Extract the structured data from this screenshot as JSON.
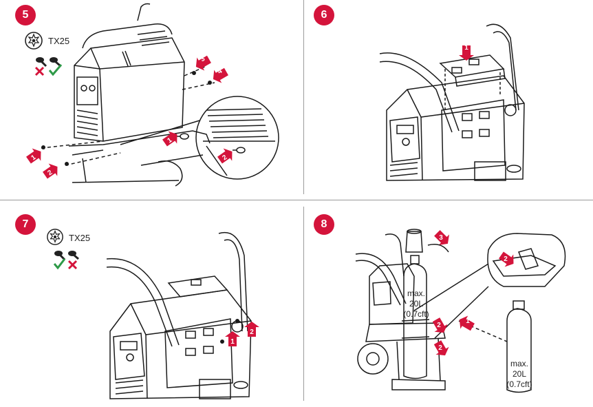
{
  "steps": [
    {
      "number": "5",
      "tool_label": "TX25"
    },
    {
      "number": "6"
    },
    {
      "number": "7",
      "tool_label": "TX25"
    },
    {
      "number": "8"
    }
  ],
  "callouts": {
    "step5": [
      "1",
      "2",
      "3",
      "4",
      "1",
      "2"
    ],
    "step6": [
      "1"
    ],
    "step7": [
      "1",
      "2"
    ],
    "step8": [
      "3",
      "2",
      "2",
      "2",
      "1"
    ]
  },
  "gas_labels": {
    "cylinder_on_cart": [
      "max.",
      "20L",
      "(0.7cft)"
    ],
    "cylinder_standalone": [
      "max.",
      "20L",
      "(0.7cft)"
    ]
  },
  "icons": {
    "torx": "torx-bit-icon",
    "check": "check-mark-icon",
    "cross": "cross-mark-icon",
    "rotate": "rotate-arrow-icon"
  },
  "colors": {
    "accent": "#d4143b",
    "check": "#2e9a48",
    "line": "#1a1a1a",
    "divider": "#9a9a9a"
  }
}
